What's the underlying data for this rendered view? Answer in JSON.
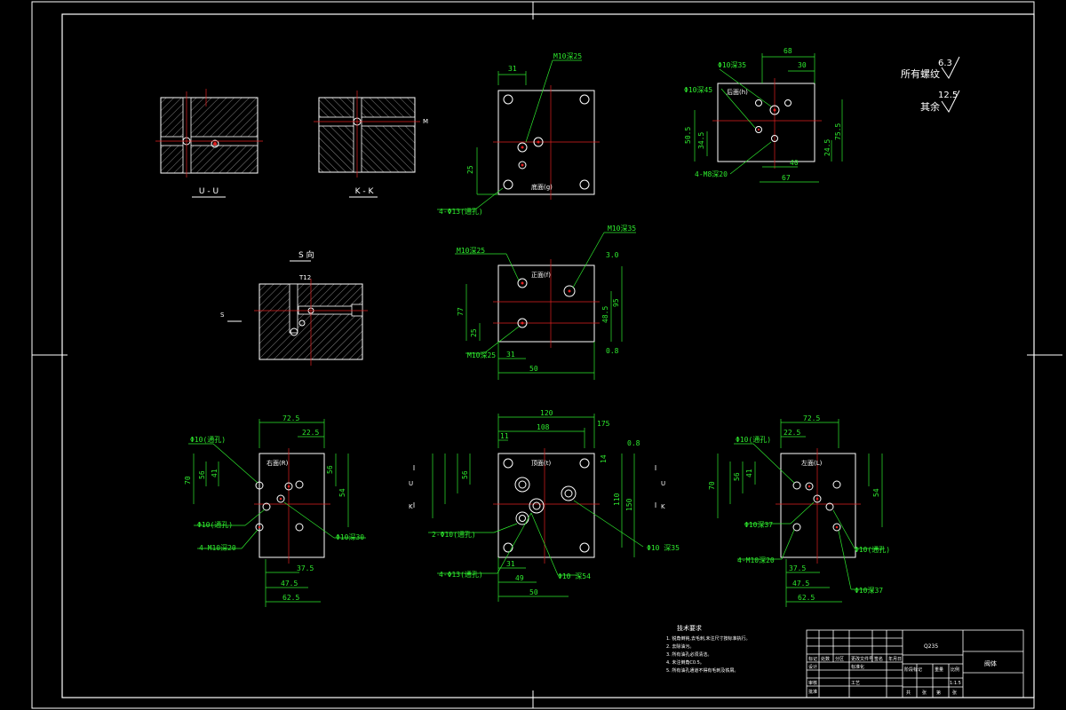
{
  "sections": {
    "uu": "U - U",
    "kk": "K - K",
    "kk_side": "M",
    "s_view": "S 向",
    "s_arrow": "S",
    "s_t12": "T12"
  },
  "roughness": {
    "all_label": "所有螺纹",
    "all_value": "6.3",
    "rest_label": "其余",
    "rest_value": "12.5"
  },
  "bottom_face": {
    "name": "底面(g)",
    "dims": [
      "31",
      "M10深25",
      "4-Φ13(通孔)",
      "25"
    ]
  },
  "rear_face": {
    "name": "后面(h)",
    "dims": [
      "68",
      "30",
      "Φ10深35",
      "Φ10深45",
      "4-M8深20",
      "50.5",
      "34.5",
      "75.5",
      "24.5",
      "40",
      "67"
    ]
  },
  "front_face": {
    "name": "正面(f)",
    "dims": [
      "M10深25",
      "M10深35",
      "M10深25",
      "0.8",
      "3.0",
      "77",
      "48.5",
      "25",
      "31",
      "50",
      "95"
    ]
  },
  "right_face": {
    "name": "右面(R)",
    "dims": [
      "72.5",
      "22.5",
      "Φ10(通孔)",
      "41",
      "56",
      "70",
      "54",
      "56",
      "Φ10(通孔)",
      "4-M10深20",
      "Φ10深30",
      "37.5",
      "47.5",
      "62.5"
    ]
  },
  "top_face": {
    "name": "顶面(t)",
    "dims": [
      "120",
      "108",
      "175",
      "11",
      "0.8",
      "14",
      "56",
      "110",
      "150",
      "2-Φ10(通孔)",
      "Φ10 深35",
      "4-Φ13(通孔)",
      "Φ10 深54",
      "31",
      "49",
      "50"
    ],
    "markers": [
      "U",
      "K",
      "U",
      "K"
    ]
  },
  "left_face": {
    "name": "左面(L)",
    "dims": [
      "72.5",
      "22.5",
      "Φ10(通孔)",
      "41",
      "56",
      "70",
      "54",
      "Φ10深37",
      "4-M10深20",
      "Φ10(通孔)",
      "Φ10深37",
      "37.5",
      "47.5",
      "62.5"
    ]
  },
  "notes": {
    "title": "技术要求",
    "lines": [
      "1. 锐角倒钝,去毛刺,未注尺寸按标准执行。",
      "2. 去除油污。",
      "3. 所有油孔必须清洁。",
      "4. 未注倒角C0.5。",
      "5. 所有油孔通道不得有毛刺及铁屑。"
    ]
  },
  "title_block": {
    "material": "Q235",
    "drawing_name": "阀体",
    "labels": [
      "标记",
      "处数",
      "分区",
      "更改文件号",
      "签名",
      "年月日"
    ],
    "row2": [
      "设计",
      "标准化",
      "阶段标记",
      "重量",
      "比例"
    ],
    "row3": [
      "审核",
      "工艺",
      "批准"
    ],
    "bottom": [
      "共",
      "张",
      "第",
      "张"
    ],
    "scale": "1:1.5"
  }
}
